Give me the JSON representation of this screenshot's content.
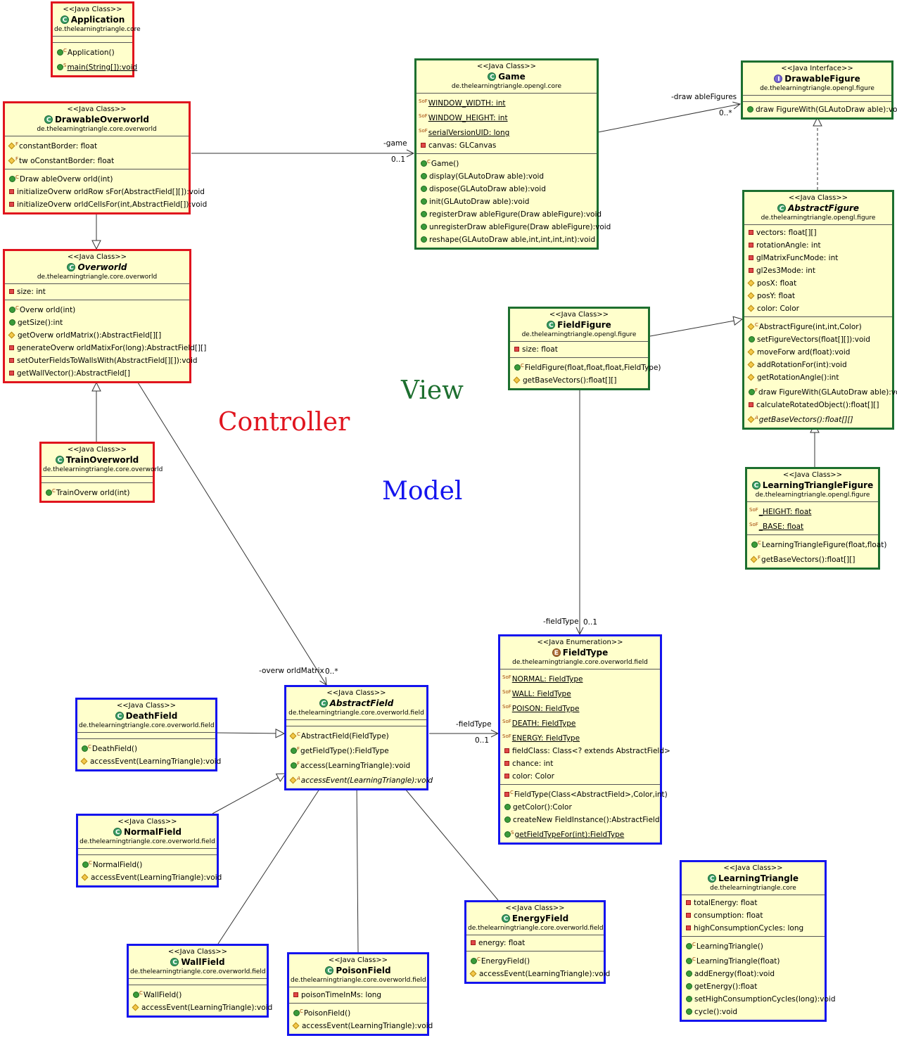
{
  "labels": {
    "controller": "Controller",
    "view": "View",
    "model": "Model"
  },
  "label_colors": {
    "controller": "#e0141e",
    "view": "#1d6f2f",
    "model": "#1414ee"
  },
  "edge_labels": {
    "game_role": "-game",
    "game_mult": "0..1",
    "drawable_role": "-draw ableFigures",
    "drawable_mult": "0..*",
    "fieldtype_role_top": "-fieldType",
    "fieldtype_mult_top": "0..1",
    "matrix_role": "-overw orldMatrix",
    "matrix_mult": "0..*",
    "fieldtype_role_mid": "-fieldType",
    "fieldtype_mult_mid": "0..1"
  },
  "classes": {
    "application": {
      "stereotype": "<<Java Class>>",
      "name": "Application",
      "package": "de.thelearningtriangle.core",
      "attrs": [],
      "ops": [
        {
          "icon": "pub",
          "mod": "C",
          "text": "Application()"
        },
        {
          "icon": "pub",
          "mod": "S",
          "text": "main(String[]):void",
          "underline": true
        }
      ]
    },
    "drawableOverworld": {
      "stereotype": "<<Java Class>>",
      "name": "DrawableOverworld",
      "package": "de.thelearningtriangle.core.overworld",
      "attrs": [
        {
          "icon": "prot",
          "mod": "F",
          "text": "constantBorder: float"
        },
        {
          "icon": "prot",
          "mod": "F",
          "text": "tw oConstantBorder: float"
        }
      ],
      "ops": [
        {
          "icon": "pub",
          "mod": "C",
          "text": "Draw ableOverw orld(int)"
        },
        {
          "icon": "priv",
          "mod": "",
          "text": "initializeOverw orldRow sFor(AbstractField[][]):void"
        },
        {
          "icon": "priv",
          "mod": "",
          "text": "initializeOverw orldCellsFor(int,AbstractField[]):void"
        }
      ]
    },
    "overworld": {
      "stereotype": "<<Java Class>>",
      "name": "Overworld",
      "package": "de.thelearningtriangle.core.overworld",
      "italic": true,
      "attrs": [
        {
          "icon": "priv",
          "mod": "",
          "text": "size: int"
        }
      ],
      "ops": [
        {
          "icon": "pub",
          "mod": "C",
          "text": "Overw orld(int)"
        },
        {
          "icon": "pub",
          "mod": "",
          "text": "getSize():int"
        },
        {
          "icon": "prot",
          "mod": "",
          "text": "getOverw orldMatrix():AbstractField[][]"
        },
        {
          "icon": "priv",
          "mod": "",
          "text": "generateOverw orldMatixFor(long):AbstractField[][]"
        },
        {
          "icon": "priv",
          "mod": "",
          "text": "setOuterFieldsToWallsWith(AbstractField[][]):void"
        },
        {
          "icon": "priv",
          "mod": "",
          "text": "getWallVector():AbstractField[]"
        }
      ]
    },
    "trainOverworld": {
      "stereotype": "<<Java Class>>",
      "name": "TrainOverworld",
      "package": "de.thelearningtriangle.core.overworld",
      "attrs": [],
      "ops": [
        {
          "icon": "pub",
          "mod": "C",
          "text": "TrainOverw orld(int)"
        }
      ]
    },
    "game": {
      "stereotype": "<<Java Class>>",
      "name": "Game",
      "package": "de.thelearningtriangle.opengl.core",
      "attrs": [
        {
          "icon": "",
          "mod": "SoF",
          "text": "WINDOW_WIDTH: int",
          "underline": true
        },
        {
          "icon": "",
          "mod": "SoF",
          "text": "WINDOW_HEIGHT: int",
          "underline": true
        },
        {
          "icon": "",
          "mod": "SoF",
          "text": "serialVersionUID: long",
          "underline": true
        },
        {
          "icon": "priv",
          "mod": "",
          "text": "canvas: GLCanvas"
        }
      ],
      "ops": [
        {
          "icon": "pub",
          "mod": "C",
          "text": "Game()"
        },
        {
          "icon": "pub",
          "mod": "",
          "text": "display(GLAutoDraw able):void"
        },
        {
          "icon": "pub",
          "mod": "",
          "text": "dispose(GLAutoDraw able):void"
        },
        {
          "icon": "pub",
          "mod": "",
          "text": "init(GLAutoDraw able):void"
        },
        {
          "icon": "pub",
          "mod": "",
          "text": "registerDraw ableFigure(Draw ableFigure):void"
        },
        {
          "icon": "pub",
          "mod": "",
          "text": "unregisterDraw ableFigure(Draw ableFigure):void"
        },
        {
          "icon": "pub",
          "mod": "",
          "text": "reshape(GLAutoDraw able,int,int,int,int):void"
        }
      ]
    },
    "drawableFigure": {
      "stereotype": "<<Java Interface>>",
      "name": "DrawableFigure",
      "package": "de.thelearningtriangle.opengl.figure",
      "kind": "interface",
      "attrs": [],
      "ops": [
        {
          "icon": "pub",
          "mod": "",
          "text": "draw FigureWith(GLAutoDraw able):void"
        }
      ]
    },
    "abstractFigure": {
      "stereotype": "<<Java Class>>",
      "name": "AbstractFigure",
      "package": "de.thelearningtriangle.opengl.figure",
      "italic": true,
      "attrs": [
        {
          "icon": "priv",
          "mod": "",
          "text": "vectors: float[][]"
        },
        {
          "icon": "priv",
          "mod": "",
          "text": "rotationAngle: int"
        },
        {
          "icon": "priv",
          "mod": "",
          "text": "glMatrixFuncMode: int"
        },
        {
          "icon": "priv",
          "mod": "",
          "text": "gl2es3Mode: int"
        },
        {
          "icon": "prot",
          "mod": "",
          "text": "posX: float"
        },
        {
          "icon": "prot",
          "mod": "",
          "text": "posY: float"
        },
        {
          "icon": "prot",
          "mod": "",
          "text": "color: Color"
        }
      ],
      "ops": [
        {
          "icon": "prot",
          "mod": "C",
          "text": "AbstractFigure(int,int,Color)"
        },
        {
          "icon": "pub",
          "mod": "",
          "text": "setFigureVectors(float[][]):void"
        },
        {
          "icon": "prot",
          "mod": "",
          "text": "moveForw ard(float):void"
        },
        {
          "icon": "prot",
          "mod": "",
          "text": "addRotationFor(int):void"
        },
        {
          "icon": "prot",
          "mod": "",
          "text": "getRotationAngle():int"
        },
        {
          "icon": "pub",
          "mod": "F",
          "text": "draw FigureWith(GLAutoDraw able):void"
        },
        {
          "icon": "priv",
          "mod": "",
          "text": "calculateRotatedObject():float[][]"
        },
        {
          "icon": "prot",
          "mod": "A",
          "text": "getBaseVectors():float[][]",
          "italic": true
        }
      ]
    },
    "fieldFigure": {
      "stereotype": "<<Java Class>>",
      "name": "FieldFigure",
      "package": "de.thelearningtriangle.opengl.figure",
      "attrs": [
        {
          "icon": "priv",
          "mod": "",
          "text": "size: float"
        }
      ],
      "ops": [
        {
          "icon": "pub",
          "mod": "C",
          "text": "FieldFigure(float,float,float,FieldType)"
        },
        {
          "icon": "prot",
          "mod": "",
          "text": "getBaseVectors():float[][]"
        }
      ]
    },
    "learningTriangleFigure": {
      "stereotype": "<<Java Class>>",
      "name": "LearningTriangleFigure",
      "package": "de.thelearningtriangle.opengl.figure",
      "attrs": [
        {
          "icon": "",
          "mod": "SoF",
          "text": "_HEIGHT: float",
          "underline": true
        },
        {
          "icon": "",
          "mod": "SoF",
          "text": "_BASE: float",
          "underline": true
        }
      ],
      "ops": [
        {
          "icon": "pub",
          "mod": "C",
          "text": "LearningTriangleFigure(float,float)"
        },
        {
          "icon": "prot",
          "mod": "F",
          "text": "getBaseVectors():float[][]"
        }
      ]
    },
    "fieldType": {
      "stereotype": "<<Java Enumeration>>",
      "name": "FieldType",
      "package": "de.thelearningtriangle.core.overworld.field",
      "kind": "enum",
      "attrs": [
        {
          "icon": "",
          "mod": "SoF",
          "text": "NORMAL: FieldType",
          "underline": true
        },
        {
          "icon": "",
          "mod": "SoF",
          "text": "WALL: FieldType",
          "underline": true
        },
        {
          "icon": "",
          "mod": "SoF",
          "text": "POISON: FieldType",
          "underline": true
        },
        {
          "icon": "",
          "mod": "SoF",
          "text": "DEATH: FieldType",
          "underline": true
        },
        {
          "icon": "",
          "mod": "SoF",
          "text": "ENERGY: FieldType",
          "underline": true
        },
        {
          "icon": "priv",
          "mod": "",
          "text": "fieldClass: Class<? extends AbstractField>"
        },
        {
          "icon": "priv",
          "mod": "",
          "text": "chance: int"
        },
        {
          "icon": "priv",
          "mod": "",
          "text": "color: Color"
        }
      ],
      "ops": [
        {
          "icon": "priv",
          "mod": "C",
          "text": "FieldType(Class<AbstractField>,Color,int)"
        },
        {
          "icon": "pub",
          "mod": "",
          "text": "getColor():Color"
        },
        {
          "icon": "pub",
          "mod": "",
          "text": "createNew FieldInstance():AbstractField"
        },
        {
          "icon": "pub",
          "mod": "S",
          "text": "getFieldTypeFor(int):FieldType",
          "underline": true
        }
      ]
    },
    "abstractField": {
      "stereotype": "<<Java Class>>",
      "name": "AbstractField",
      "package": "de.thelearningtriangle.core.overworld.field",
      "italic": true,
      "attrs": [],
      "ops": [
        {
          "icon": "prot",
          "mod": "C",
          "text": "AbstractField(FieldType)"
        },
        {
          "icon": "pub",
          "mod": "F",
          "text": "getFieldType():FieldType"
        },
        {
          "icon": "pub",
          "mod": "F",
          "text": "access(LearningTriangle):void"
        },
        {
          "icon": "prot",
          "mod": "A",
          "text": "accessEvent(LearningTriangle):void",
          "italic": true
        }
      ]
    },
    "deathField": {
      "stereotype": "<<Java Class>>",
      "name": "DeathField",
      "package": "de.thelearningtriangle.core.overworld.field",
      "attrs": [],
      "ops": [
        {
          "icon": "pub",
          "mod": "C",
          "text": "DeathField()"
        },
        {
          "icon": "prot",
          "mod": "",
          "text": "accessEvent(LearningTriangle):void"
        }
      ]
    },
    "normalField": {
      "stereotype": "<<Java Class>>",
      "name": "NormalField",
      "package": "de.thelearningtriangle.core.overworld.field",
      "attrs": [],
      "ops": [
        {
          "icon": "pub",
          "mod": "C",
          "text": "NormalField()"
        },
        {
          "icon": "prot",
          "mod": "",
          "text": "accessEvent(LearningTriangle):void"
        }
      ]
    },
    "wallField": {
      "stereotype": "<<Java Class>>",
      "name": "WallField",
      "package": "de.thelearningtriangle.core.overworld.field",
      "attrs": [],
      "ops": [
        {
          "icon": "pub",
          "mod": "C",
          "text": "WallField()"
        },
        {
          "icon": "prot",
          "mod": "",
          "text": "accessEvent(LearningTriangle):void"
        }
      ]
    },
    "poisonField": {
      "stereotype": "<<Java Class>>",
      "name": "PoisonField",
      "package": "de.thelearningtriangle.core.overworld.field",
      "attrs": [
        {
          "icon": "priv",
          "mod": "",
          "text": "poisonTimeInMs: long"
        }
      ],
      "ops": [
        {
          "icon": "pub",
          "mod": "C",
          "text": "PoisonField()"
        },
        {
          "icon": "prot",
          "mod": "",
          "text": "accessEvent(LearningTriangle):void"
        }
      ]
    },
    "energyField": {
      "stereotype": "<<Java Class>>",
      "name": "EnergyField",
      "package": "de.thelearningtriangle.core.overworld.field",
      "attrs": [
        {
          "icon": "priv",
          "mod": "",
          "text": "energy: float"
        }
      ],
      "ops": [
        {
          "icon": "pub",
          "mod": "C",
          "text": "EnergyField()"
        },
        {
          "icon": "prot",
          "mod": "",
          "text": "accessEvent(LearningTriangle):void"
        }
      ]
    },
    "learningTriangle": {
      "stereotype": "<<Java Class>>",
      "name": "LearningTriangle",
      "package": "de.thelearningtriangle.core",
      "attrs": [
        {
          "icon": "priv",
          "mod": "",
          "text": "totalEnergy: float"
        },
        {
          "icon": "priv",
          "mod": "",
          "text": "consumption: float"
        },
        {
          "icon": "priv",
          "mod": "",
          "text": "highConsumptionCycles: long"
        }
      ],
      "ops": [
        {
          "icon": "pub",
          "mod": "C",
          "text": "LearningTriangle()"
        },
        {
          "icon": "pub",
          "mod": "C",
          "text": "LearningTriangle(float)"
        },
        {
          "icon": "pub",
          "mod": "",
          "text": "addEnergy(float):void"
        },
        {
          "icon": "pub",
          "mod": "",
          "text": "getEnergy():float"
        },
        {
          "icon": "pub",
          "mod": "",
          "text": "setHighConsumptionCycles(long):void"
        },
        {
          "icon": "pub",
          "mod": "",
          "text": "cycle():void"
        }
      ]
    }
  }
}
